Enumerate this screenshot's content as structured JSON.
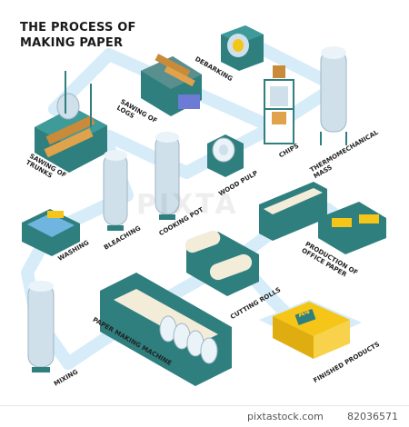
{
  "title_line1": "THE PROCESS OF",
  "title_line2": "MAKING PAPER",
  "steps": {
    "debarking": "DEBARKING",
    "sawing_logs": "SAWING OF\nLOGS",
    "sawing_trunks": "SAWING OF\nTRUNKS",
    "wood_pulp": "WOOD PULP",
    "chips": "CHIPS",
    "thermomechanical_mass": "THERMOMECHANICAL\nMASS",
    "cooking_pot": "COOKING POT",
    "bleaching": "BLEACHING",
    "washing": "WASHING",
    "production_office_paper": "PRODUCTION OF\nOFFICE PAPER",
    "cutting_rolls": "CUTTING ROLLS",
    "mixing": "MIXING",
    "paper_making_machine": "PAPER MAKING MACHINE",
    "finished_products": "FINISHED PRODUCTS"
  },
  "package_label": "A4",
  "watermark": "PIXTA",
  "footer": {
    "brand": "pixtastock.com",
    "image_id": "82036571"
  },
  "colors": {
    "flow": "#d6ecf8",
    "teal": "#2f7f7f",
    "tealDark": "#1f5c5c",
    "yellow": "#f5c518",
    "paper": "#f3ecd9",
    "steel": "#cfe0ea"
  }
}
